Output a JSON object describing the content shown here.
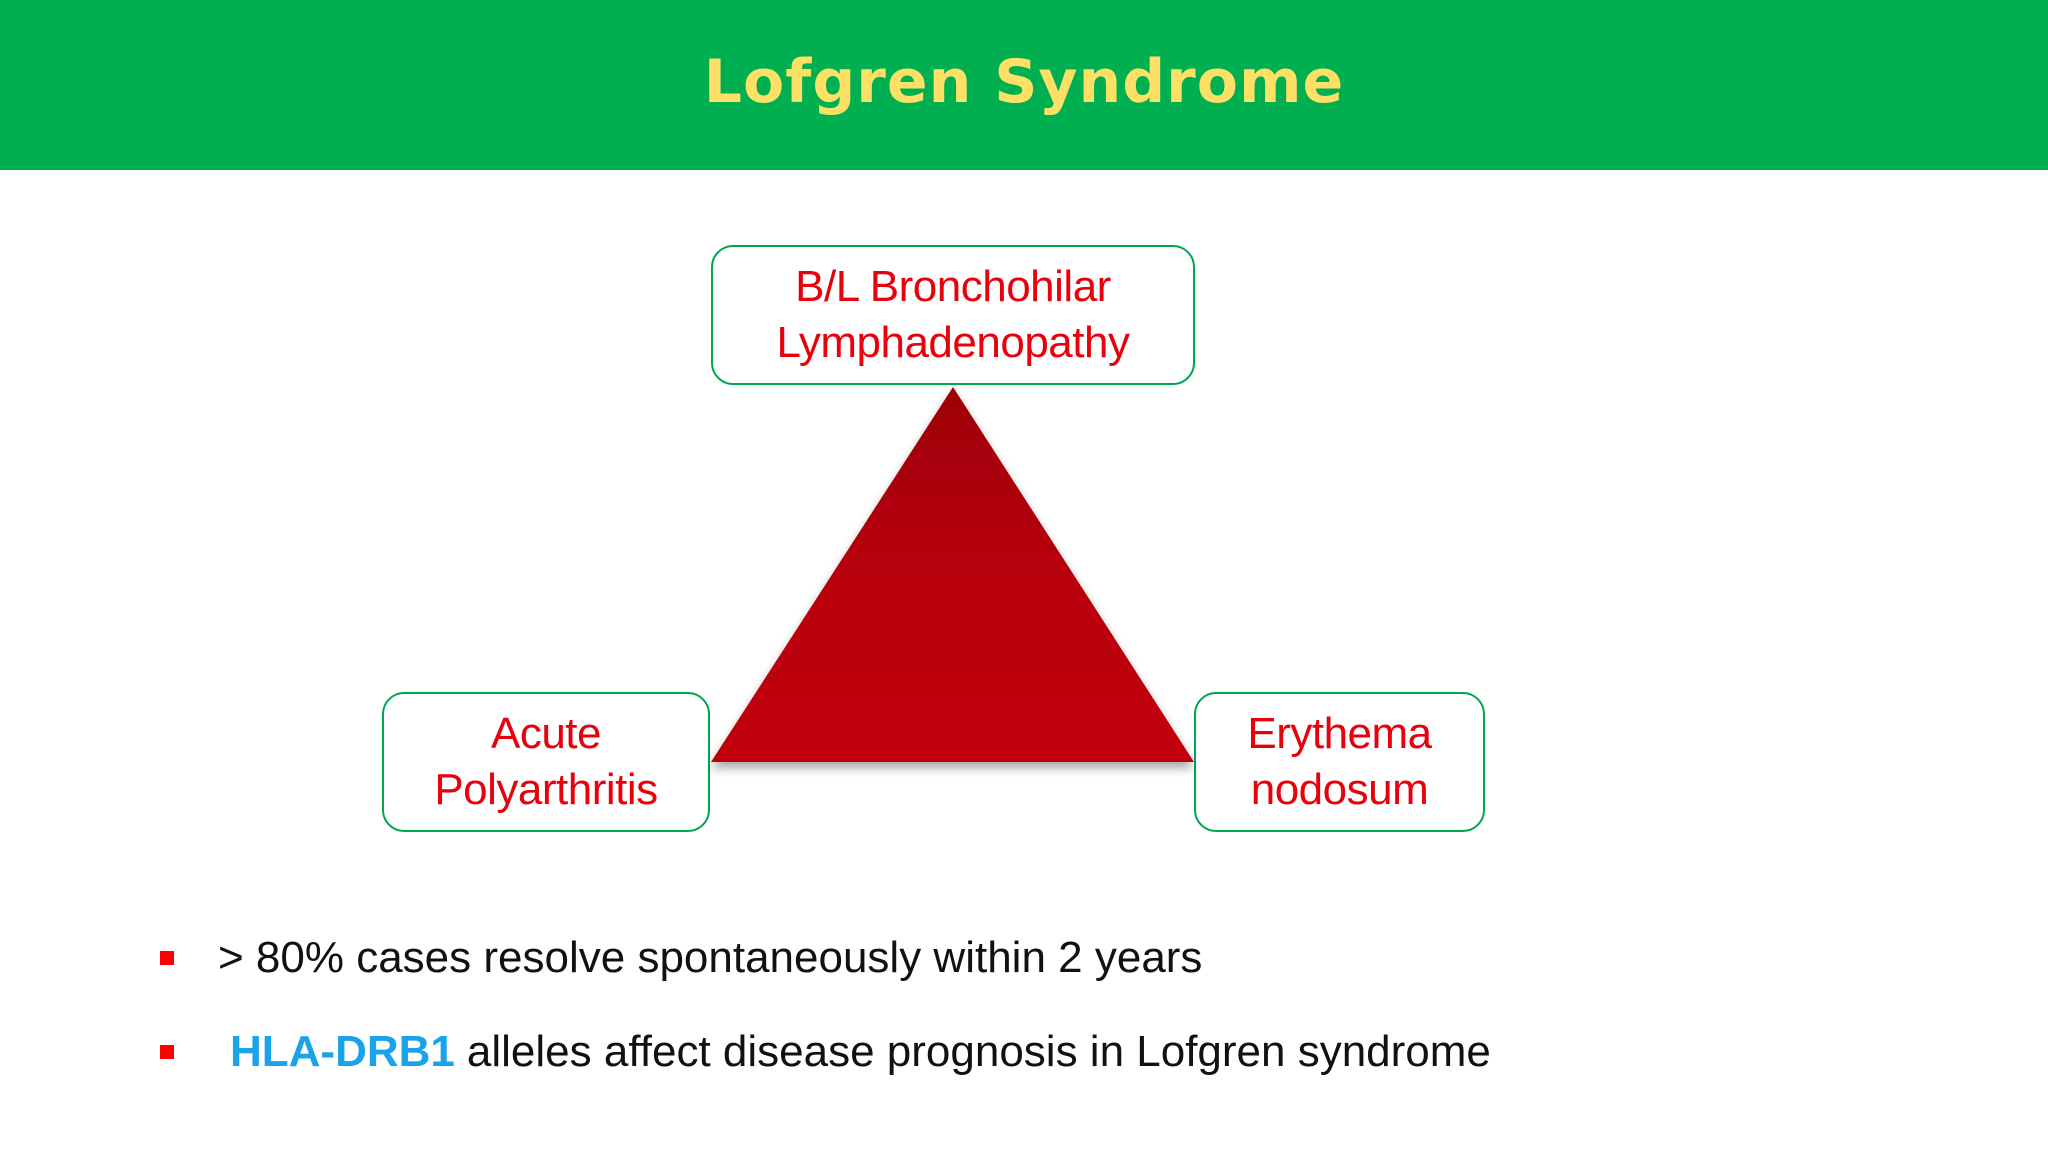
{
  "slide": {
    "title": "Lofgren Syndrome"
  },
  "diagram": {
    "nodes": {
      "top": {
        "line1": "B/L Bronchohilar",
        "line2": "Lymphadenopathy"
      },
      "left": {
        "line1": "Acute",
        "line2": "Polyarthritis"
      },
      "right": {
        "line1": "Erythema",
        "line2": "nodosum"
      }
    },
    "colors": {
      "triangle": "#b00008",
      "node_border": "#00a550",
      "node_text": "#e8000b"
    }
  },
  "bullets": {
    "item1": {
      "text": "> 80% cases resolve spontaneously within 2 years"
    },
    "item2": {
      "highlight": "HLA-DRB1",
      "text": "alleles affect disease prognosis in Lofgren syndrome"
    }
  },
  "colors": {
    "header_bg": "#00b050",
    "title_text": "#ffe066",
    "bullet_marker": "#ff0000",
    "highlight_text": "#1aa3e8"
  }
}
